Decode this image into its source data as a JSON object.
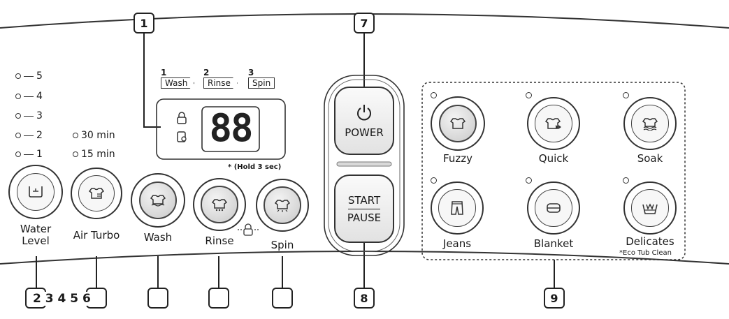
{
  "callouts": {
    "c1": "1",
    "c7": "7",
    "c8": "8",
    "c9": "9",
    "c2to6": "2 3 4 5 6"
  },
  "water_levels": [
    "5",
    "4",
    "3",
    "2",
    "1"
  ],
  "air_turbo_times": [
    "30 min",
    "15 min"
  ],
  "steps": [
    {
      "number": "1",
      "label": "Wash"
    },
    {
      "number": "2",
      "label": "Rinse"
    },
    {
      "number": "3",
      "label": "Spin"
    }
  ],
  "display": {
    "digits": "88",
    "hold_note": "* (Hold 3 sec)"
  },
  "left_buttons": {
    "water_level": "Water\nLevel",
    "air_turbo": "Air Turbo",
    "wash": "Wash",
    "rinse": "Rinse",
    "spin": "Spin"
  },
  "power": {
    "label": "POWER"
  },
  "start_pause": {
    "start": "START",
    "pause": "PAUSE"
  },
  "courses": {
    "fuzzy": "Fuzzy",
    "quick": "Quick",
    "soak": "Soak",
    "jeans": "Jeans",
    "blanket": "Blanket",
    "delicates": "Delicates",
    "eco_note": "*Eco Tub Clean"
  },
  "icons": [
    "power-icon",
    "lock-icon",
    "child-lock-icon",
    "water-level-icon",
    "air-turbo-icon",
    "wash-icon",
    "rinse-icon",
    "spin-icon",
    "fuzzy-icon",
    "quick-icon",
    "soak-icon",
    "jeans-icon",
    "blanket-icon",
    "delicates-icon"
  ]
}
